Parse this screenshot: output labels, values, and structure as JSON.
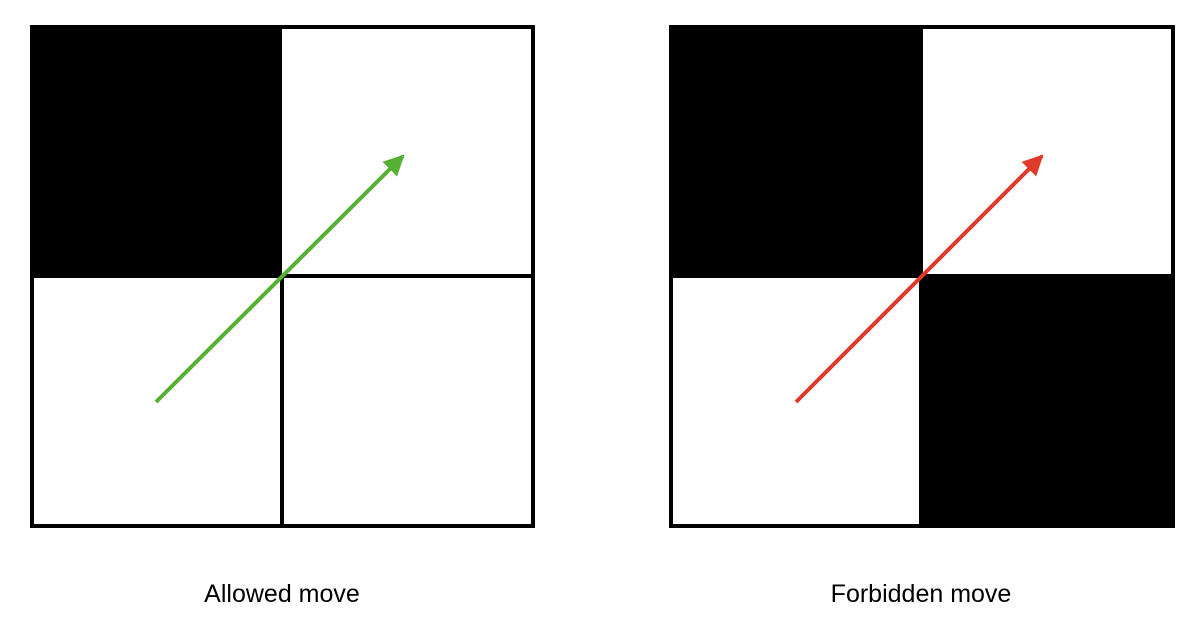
{
  "panels": [
    {
      "caption": "Allowed move",
      "grid": [
        [
          "black",
          "white"
        ],
        [
          "white",
          "white"
        ]
      ],
      "arrow": {
        "from": "bottom-left",
        "to": "top-right",
        "color": "#55b033"
      }
    },
    {
      "caption": "Forbidden move",
      "grid": [
        [
          "black",
          "white"
        ],
        [
          "white",
          "black"
        ]
      ],
      "arrow": {
        "from": "bottom-left",
        "to": "top-right",
        "color": "#e03b2a"
      }
    }
  ],
  "colors": {
    "black": "#000000",
    "white": "#ffffff",
    "border": "#000000"
  }
}
